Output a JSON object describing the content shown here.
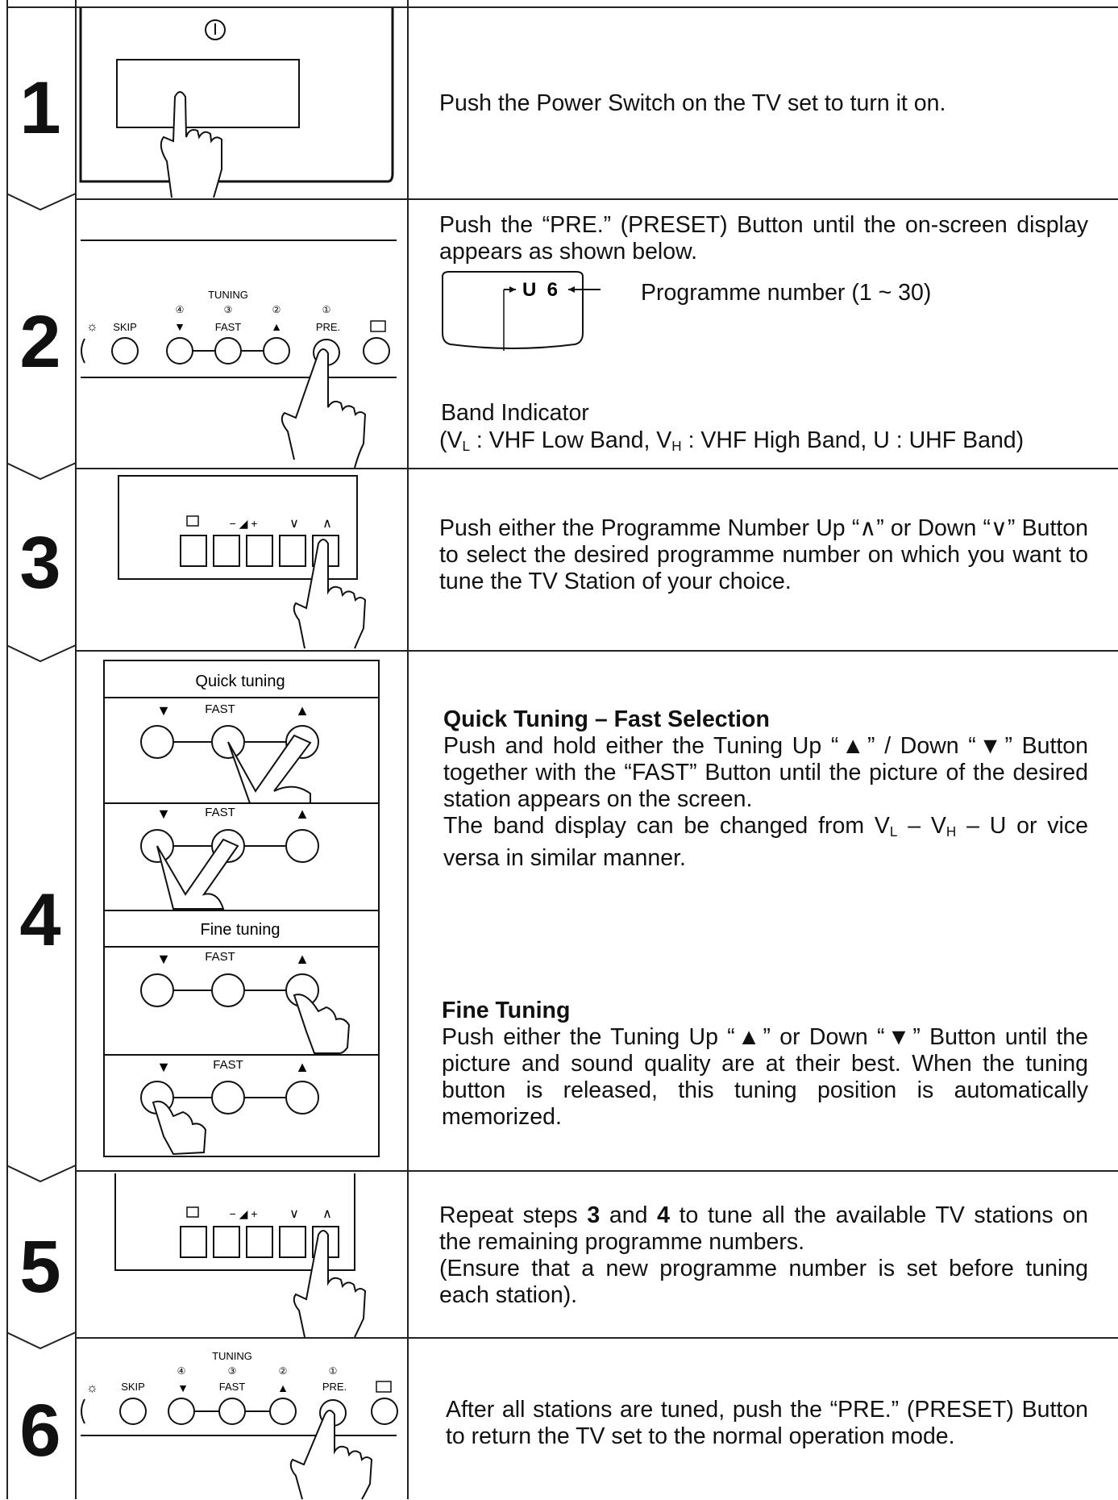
{
  "steps": [
    {
      "number": "1",
      "text": "Push the Power Switch on the TV set to turn it on."
    },
    {
      "number": "2",
      "text": "Push the “PRE.” (PRESET) Button until the on-screen display appears as shown below.",
      "display_chars": "U  6",
      "programme_label": "Programme number (1 ~ 30)",
      "band_label": "Band Indicator",
      "band_desc_1": "(V",
      "band_sub_1": "L",
      "band_desc_2": " : VHF Low Band, V",
      "band_sub_2": "H",
      "band_desc_3": " : VHF High Band, U : UHF Band)"
    },
    {
      "number": "3",
      "text": "Push either the Programme Number Up “∧” or Down “∨” Button to select the desired programme number on which you want to tune the TV Station of your choice."
    },
    {
      "number": "4",
      "quick_head": "Quick Tuning – Fast Selection",
      "quick_text": "Push and hold either the Tuning Up “▲” / Down “▼” Button together with the “FAST” Button until the picture of the desired station appears on the screen.",
      "band_text_1": "The band display can be changed from V",
      "band_text_sub_1": "L",
      "band_text_2": " – V",
      "band_text_sub_2": "H",
      "band_text_3": " – U or vice versa in similar manner.",
      "fine_head": "Fine Tuning",
      "fine_text": "Push either the Tuning Up “▲” or Down “▼” Button until the picture and sound quality are at their best. When the tuning button is released, this tuning position is automatically memorized.",
      "quick_label": "Quick tuning",
      "fine_label": "Fine tuning"
    },
    {
      "number": "5",
      "text_1": "Repeat steps ",
      "bold_3": "3",
      "text_2": " and ",
      "bold_4": "4",
      "text_3": " to tune all the available TV stations on the remaining programme numbers.",
      "text_4": "(Ensure that a new programme number is set before tuning each station)."
    },
    {
      "number": "6",
      "text": "After all stations are tuned, push the “PRE.” (PRESET) Button to return the TV set to the normal operation mode."
    }
  ],
  "panel": {
    "tuning": "TUNING",
    "skip": "SKIP",
    "fast": "FAST",
    "pre": "PRE.",
    "n4": "④",
    "n3": "③",
    "n2": "②",
    "n1": "①",
    "down": "▼",
    "up": "▲",
    "vol": "− ◢ +",
    "pdown": "∨",
    "pup": "∧"
  }
}
